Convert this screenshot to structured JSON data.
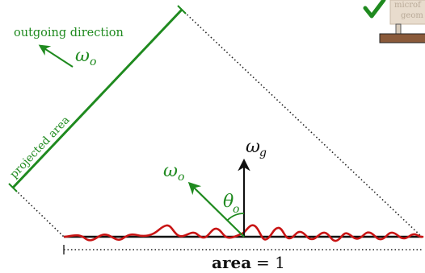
{
  "colors": {
    "green": "#1f8a1f",
    "red": "#c81414",
    "black": "#111111",
    "dotted": "#222222",
    "cropped_box": "#e8dccd",
    "cropped_box_text": "#b9aa98",
    "cropped_stand": "#8a5a3a"
  },
  "labels": {
    "outgoing_direction": "outgoing direction",
    "omega_o_top": "ω",
    "omega_o_top_sub": "o",
    "projected_area": "projected area",
    "omega_g": "ω",
    "omega_g_sub": "g",
    "omega_o_mid": "ω",
    "omega_o_mid_sub": "o",
    "theta_o": "θ",
    "theta_o_sub": "o",
    "area_word": "area",
    "area_eq": "= 1"
  },
  "cropped_figure": {
    "text_line1": "microf",
    "text_line2": "geom",
    "checkmark_icon": "checkmark-icon"
  }
}
